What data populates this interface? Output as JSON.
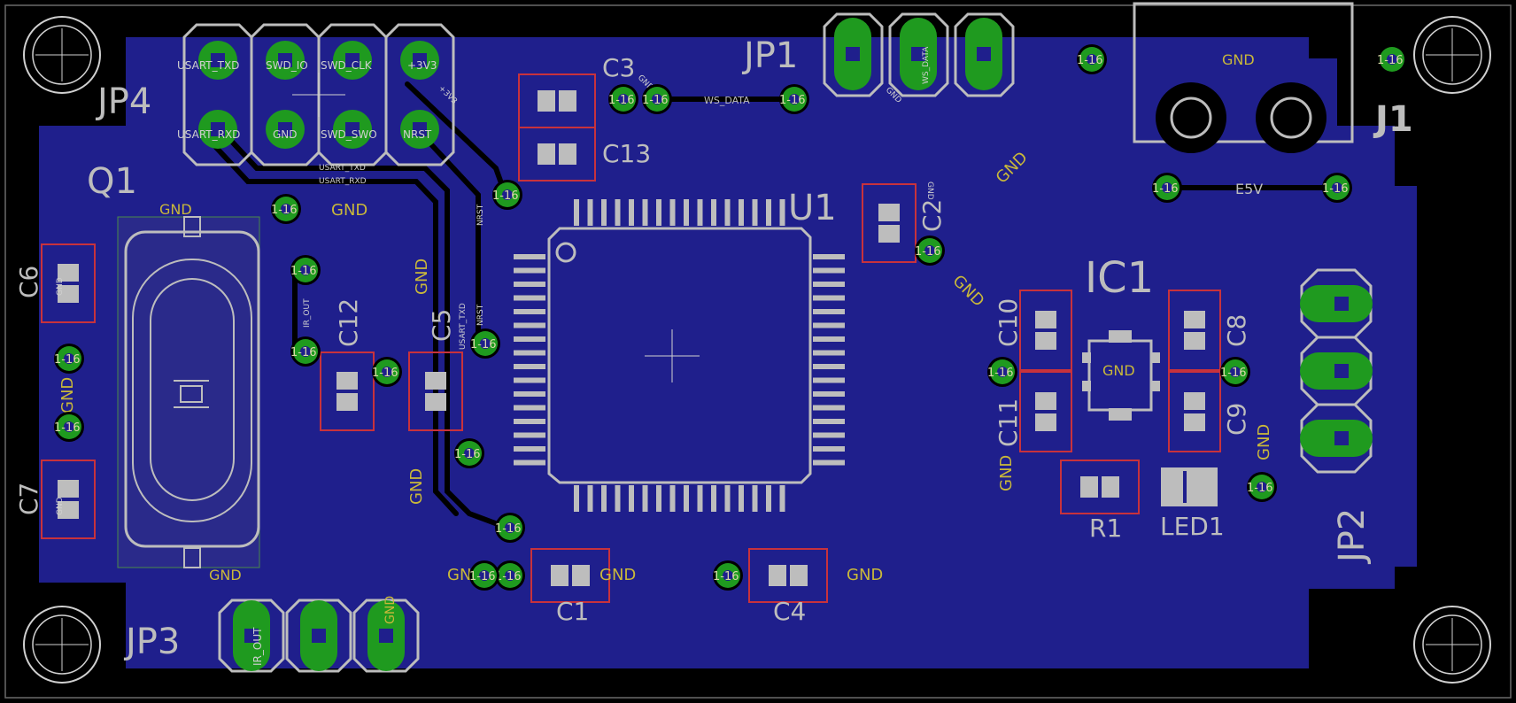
{
  "board": {
    "refdes": {
      "jp1": "JP1",
      "jp2": "JP2",
      "jp3": "JP3",
      "jp4": "JP4",
      "j1": "J1",
      "q1": "Q1",
      "u1": "U1",
      "ic1": "IC1",
      "r1": "R1",
      "led1": "LED1",
      "c1": "C1",
      "c2": "C2",
      "c3": "C3",
      "c4": "C4",
      "c5": "C5",
      "c6": "C6",
      "c7": "C7",
      "c8": "C8",
      "c9": "C9",
      "c10": "C10",
      "c11": "C11",
      "c12": "C12",
      "c13": "C13"
    },
    "gnd_label": "GND",
    "via_label": "1-16",
    "signals": {
      "ws_data": "WS_DATA",
      "e5v": "E5V",
      "usart_txd": "USART_TXD",
      "usart_rxd": "USART_RXD",
      "swd_io": "SWD_IO",
      "swd_clk": "SWD_CLK",
      "swd_swo": "SWD_SWO",
      "plus3v3": "+3V3",
      "nrst": "NRST",
      "ir_out": "IR_OUT"
    },
    "colors": {
      "background": "#000000",
      "copper_pour": "#1f1f8c",
      "pad_green": "#1f9a1f",
      "silkscreen": "#bdbdbd",
      "gnd_text": "#c9b83a",
      "component_outline": "#c8323c"
    }
  }
}
